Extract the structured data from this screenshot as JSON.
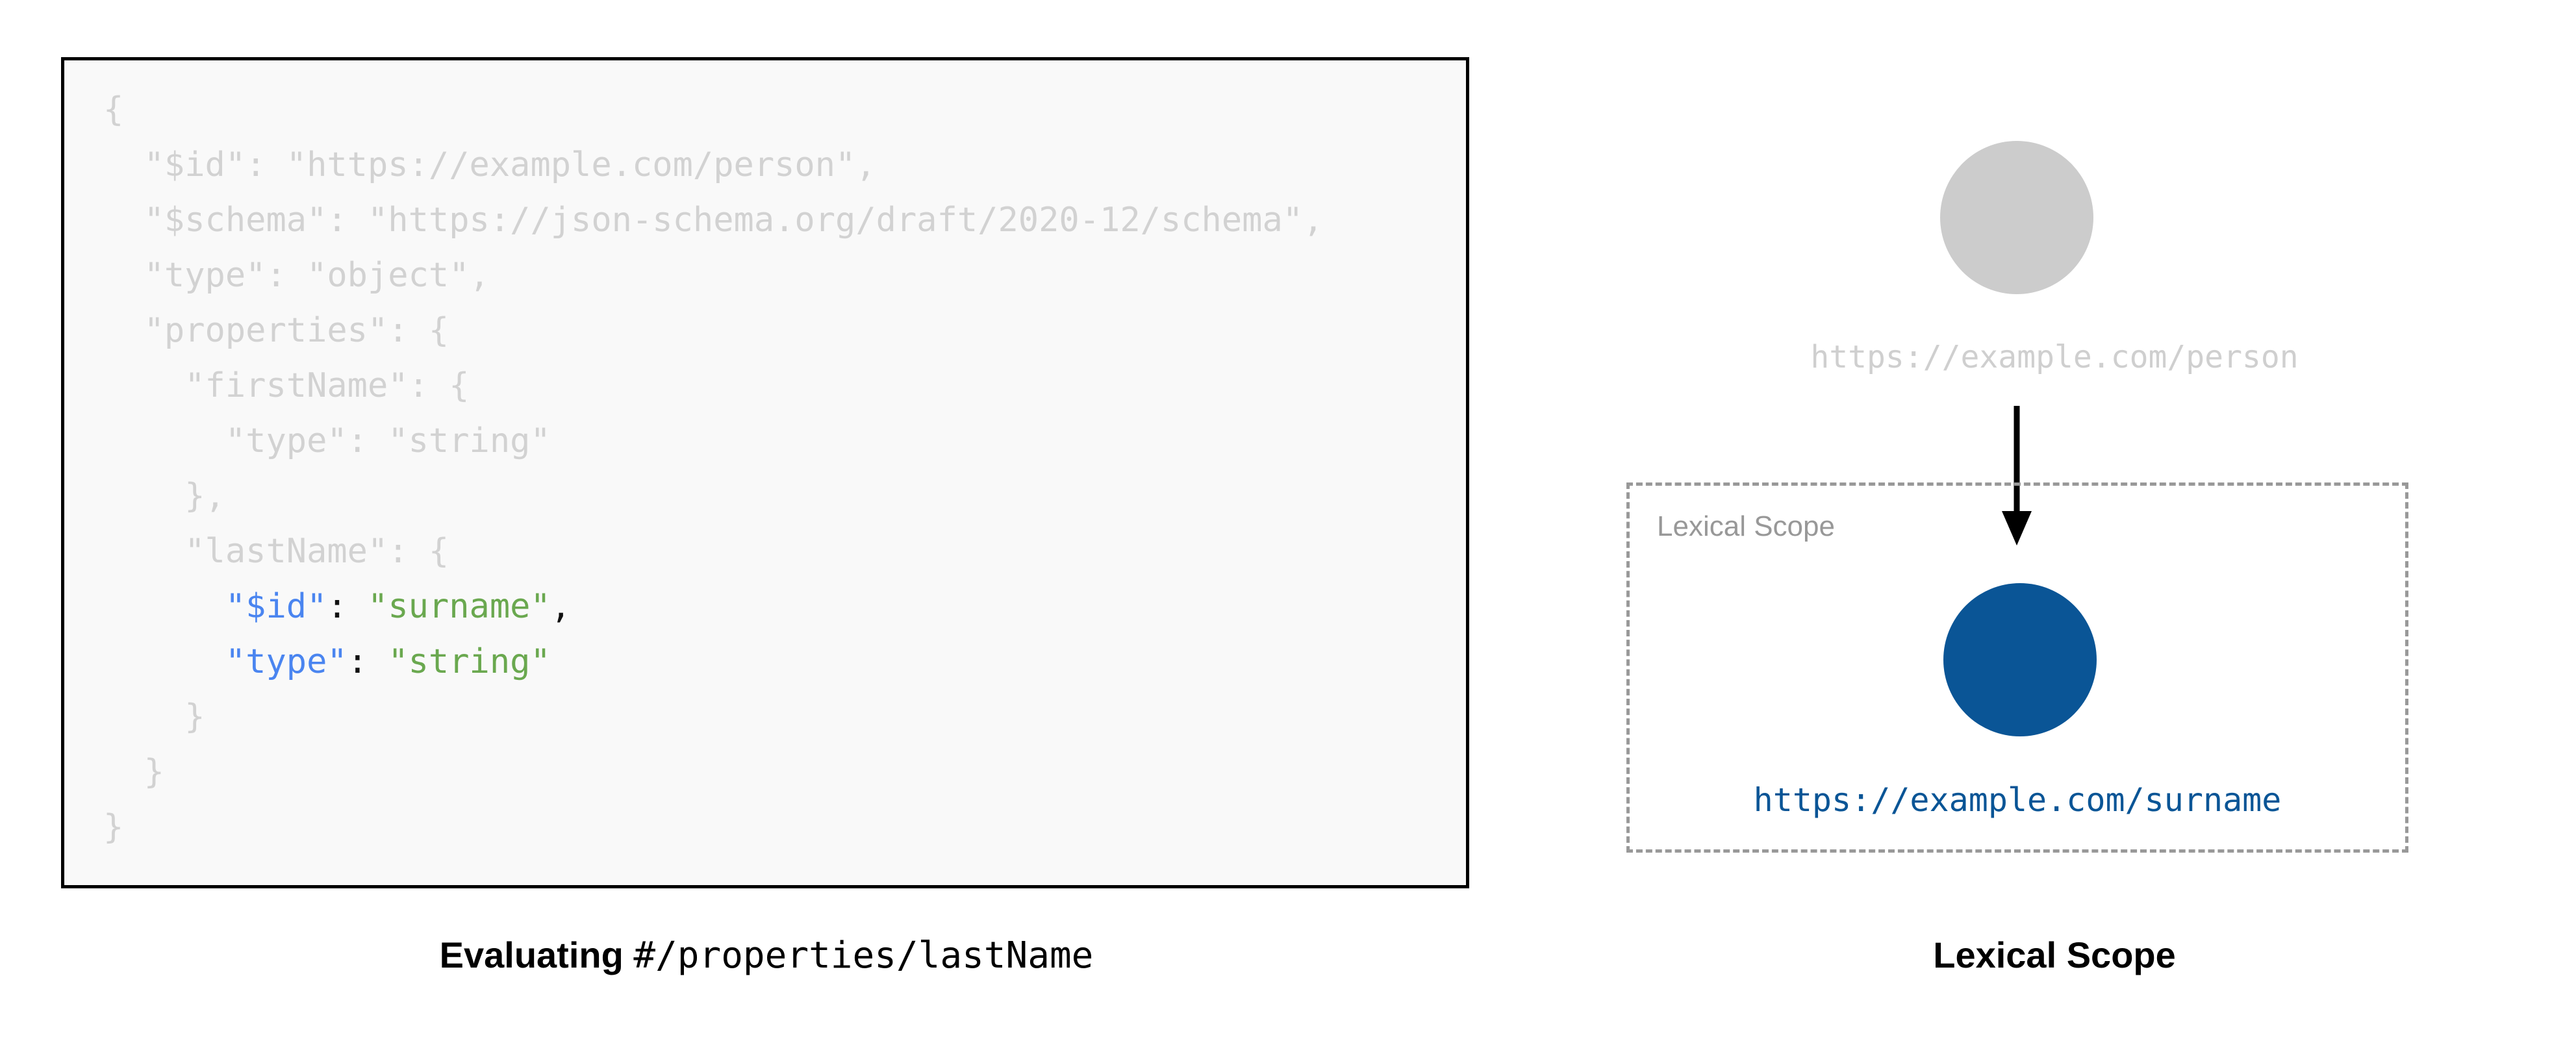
{
  "code_panel": {
    "background": "#f9f9f9",
    "border_color": "#000000",
    "dim_color": "#d2d2d2",
    "key_color": "#4a85f0",
    "value_color": "#6aa84f",
    "lines": [
      {
        "indent": 0,
        "highlighted": false,
        "text": "{"
      },
      {
        "indent": 1,
        "highlighted": false,
        "text": "\"$id\": \"https://example.com/person\","
      },
      {
        "indent": 1,
        "highlighted": false,
        "text": "\"$schema\": \"https://json-schema.org/draft/2020-12/schema\","
      },
      {
        "indent": 1,
        "highlighted": false,
        "text": "\"type\": \"object\","
      },
      {
        "indent": 1,
        "highlighted": false,
        "text": "\"properties\": {"
      },
      {
        "indent": 2,
        "highlighted": false,
        "text": "\"firstName\": {"
      },
      {
        "indent": 3,
        "highlighted": false,
        "text": "\"type\": \"string\""
      },
      {
        "indent": 2,
        "highlighted": false,
        "text": "},"
      },
      {
        "indent": 2,
        "highlighted": false,
        "text": "\"lastName\": {"
      },
      {
        "indent": 3,
        "highlighted": true,
        "key": "\"$id\"",
        "sep": ": ",
        "value": "\"surname\"",
        "tail": ","
      },
      {
        "indent": 3,
        "highlighted": true,
        "key": "\"type\"",
        "sep": ": ",
        "value": "\"string\"",
        "tail": ""
      },
      {
        "indent": 2,
        "highlighted": false,
        "text": "}"
      },
      {
        "indent": 1,
        "highlighted": false,
        "text": "}"
      },
      {
        "indent": 0,
        "highlighted": false,
        "text": "}"
      }
    ]
  },
  "left_caption": {
    "bold_text": "Evaluating",
    "mono_text": "#/properties/lastName"
  },
  "diagram": {
    "person_node": {
      "label": "https://example.com/person",
      "fill": "#cccccc",
      "label_color": "#cfcfcf"
    },
    "arrow": {
      "name": "downward-arrow",
      "color": "#000000"
    },
    "lexical_scope_box": {
      "tag": "Lexical Scope",
      "border_color": "#999999",
      "tag_color": "#989898"
    },
    "surname_node": {
      "label": "https://example.com/surname",
      "fill": "#0a5596",
      "label_color": "#0a5596"
    }
  },
  "right_caption": {
    "text": "Lexical Scope"
  }
}
